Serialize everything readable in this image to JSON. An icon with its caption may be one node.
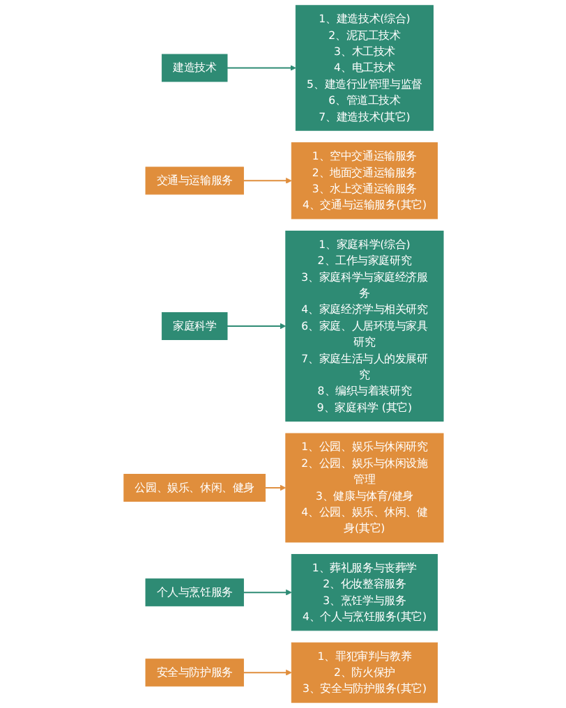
{
  "diagram": {
    "nodes": [
      {
        "text": [
          "建造技术"
        ]
      },
      {
        "text": [
          "1、建造技术(综合)",
          "2、泥瓦工技术",
          "3、木工技术",
          "4、电工技术",
          "5、建造行业管理与监督",
          "6、管道工技术",
          "7、建造技术(其它)"
        ]
      },
      {
        "text": [
          "交通与运输服务"
        ]
      },
      {
        "text": [
          "1、空中交通运输服务",
          "2、地面交通运输服务",
          "3、水上交通运输服务",
          "4、交通与运输服务(其它)"
        ]
      },
      {
        "text": [
          "家庭科学"
        ]
      },
      {
        "text": [
          "1、家庭科学(综合)",
          "2、工作与家庭研究",
          "3、家庭科学与家庭经济服务",
          "4、家庭经济学与相关研究",
          "6、家庭、人居环境与家具研究",
          "7、家庭生活与人的发展研究",
          "8、编织与着装研究",
          "9、家庭科学 (其它)"
        ]
      },
      {
        "text": [
          "公园、娱乐、休闲、健身"
        ]
      },
      {
        "text": [
          "1、公园、娱乐与休闲研究",
          "2、公园、娱乐与休闲设施管理",
          "3、健康与体育/健身",
          "4、公园、娱乐、休闲、健身(其它)"
        ]
      },
      {
        "text": [
          "个人与烹饪服务"
        ]
      },
      {
        "text": [
          "1、葬礼服务与丧葬学",
          "2、化妆整容服务",
          "3、烹饪学与服务",
          "4、个人与烹饪服务(其它)"
        ]
      },
      {
        "text": [
          "安全与防护服务"
        ]
      },
      {
        "text": [
          "1、罪犯审判与教养",
          "2、防火保护",
          "3、安全与防护服务(其它)"
        ]
      }
    ],
    "edges": [
      {
        "from": 0,
        "to": 1,
        "arrow": "to",
        "color": "#2e8b74"
      },
      {
        "from": 2,
        "to": 3,
        "arrow": "to",
        "color": "#e08e3c"
      },
      {
        "from": 4,
        "to": 5,
        "arrow": "to",
        "color": "#2e8b74"
      },
      {
        "from": 6,
        "to": 7,
        "arrow": "to",
        "color": "#e08e3c"
      },
      {
        "from": 8,
        "to": 9,
        "arrow": "to",
        "color": "#2e8b74"
      },
      {
        "from": 10,
        "to": 11,
        "arrow": "to",
        "color": "#e08e3c"
      }
    ]
  }
}
